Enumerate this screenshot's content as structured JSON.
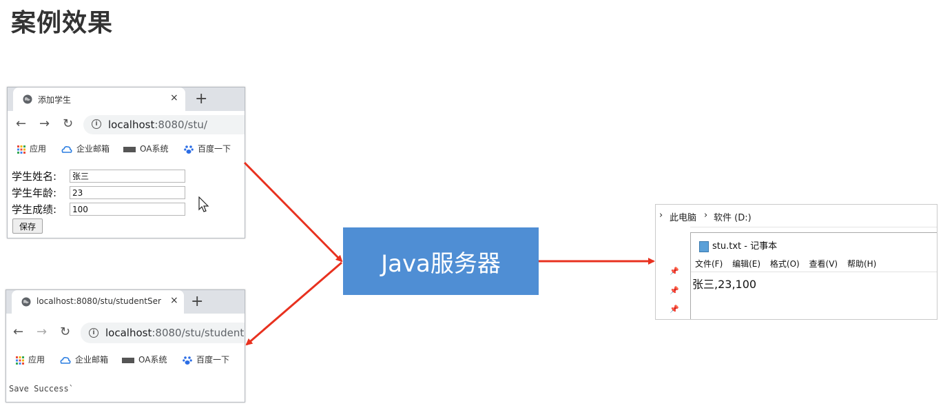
{
  "title": "案例效果",
  "browser_top": {
    "tab_title": "添加学生",
    "tab_close": "×",
    "new_tab": "+",
    "url_host": "localhost",
    "url_rest": ":8080/stu/",
    "bookmarks": [
      "应用",
      "企业邮箱",
      "OA系统",
      "百度一下"
    ],
    "form": {
      "name_label": "学生姓名:",
      "name_value": "张三",
      "age_label": "学生年龄:",
      "age_value": "23",
      "score_label": "学生成绩:",
      "score_value": "100",
      "save_label": "保存"
    }
  },
  "browser_bottom": {
    "tab_title": "localhost:8080/stu/studentSer",
    "tab_close": "×",
    "new_tab": "+",
    "url_host": "localhost",
    "url_rest": ":8080/stu/studentSe",
    "bookmarks": [
      "应用",
      "企业邮箱",
      "OA系统",
      "百度一下"
    ],
    "result": "Save Success`"
  },
  "server": {
    "label": "Java服务器"
  },
  "explorer": {
    "breadcrumb": [
      "此电脑",
      "软件 (D:)"
    ],
    "notepad": {
      "title": "stu.txt - 记事本",
      "menu": [
        "文件(F)",
        "编辑(E)",
        "格式(O)",
        "查看(V)",
        "帮助(H)"
      ],
      "content": "张三,23,100"
    }
  },
  "colors": {
    "arrow": "#e8311f",
    "server_bg": "#4f8ed4"
  }
}
